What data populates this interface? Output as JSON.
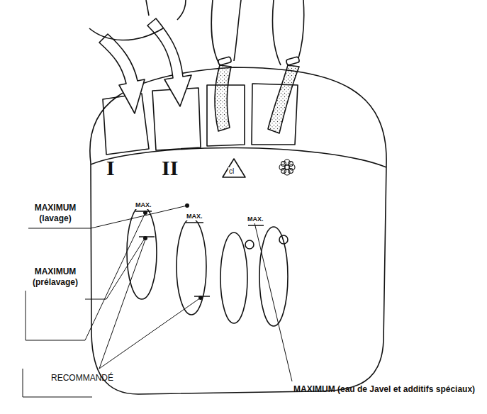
{
  "diagram": {
    "labels": [
      "I",
      "II",
      "cl",
      "MAXIMUM (lavage)",
      "MAX.",
      "MAX.",
      "MAX.",
      "MAXIMUM (prélavage)",
      "RECOMMANDÉ",
      "MAXIMUM (eau de Javel et additifs spéciaux)"
    ]
  }
}
